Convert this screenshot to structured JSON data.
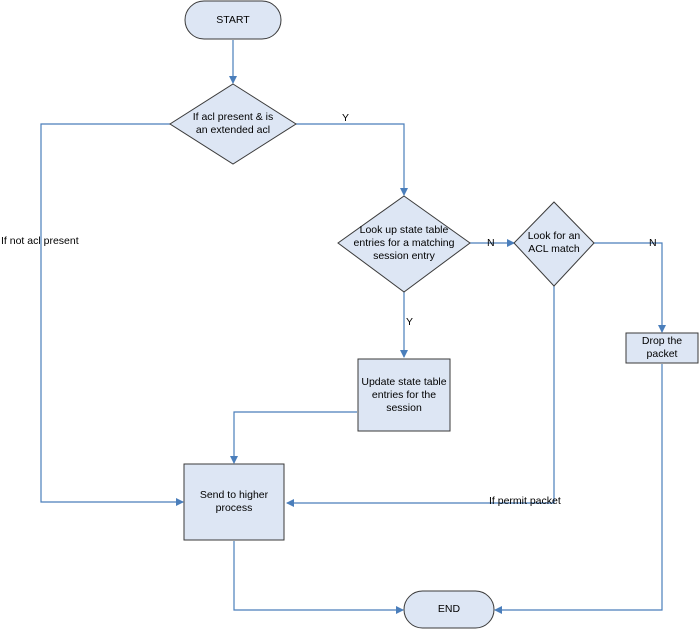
{
  "colors": {
    "line": "#4a7ebb",
    "shape_fill": "#dde6f4",
    "shape_stroke": "#3a3a3a",
    "text": "#000000"
  },
  "nodes": {
    "start": "START",
    "acl_check": "If acl present & is\nan extended acl",
    "state_lookup": "Look up state table\nentries for a matching\nsession entry",
    "acl_match": "Look for an\nACL match",
    "update_state": "Update state table\nentries for the\nsession",
    "drop": "Drop the\npacket",
    "send_higher": "Send to higher\nprocess",
    "end": "END"
  },
  "edge_labels": {
    "acl_yes": "Y",
    "no_acl": "If not acl present",
    "lookup_no": "N",
    "lookup_yes": "Y",
    "match_no": "N",
    "permit": "If permit packet"
  }
}
